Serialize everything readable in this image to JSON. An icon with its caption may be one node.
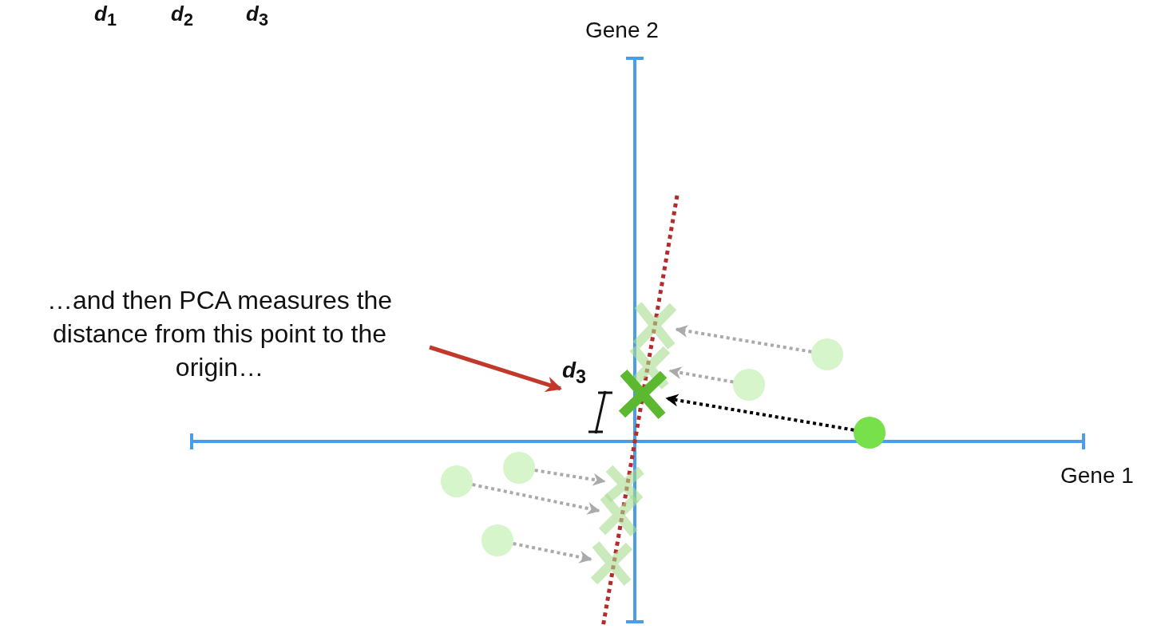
{
  "diagram": {
    "nodes": [
      {
        "text": [
          "…and then PCA measures the distance from this point to the origin…"
        ]
      },
      {
        "text": [
          "*d*$_{3}$"
        ]
      },
      {
        "text": [],
        "shape": "circle"
      },
      {
        "text": [],
        "shape": "circle"
      },
      {
        "text": [],
        "shape": "circle"
      },
      {
        "text": [],
        "shape": "circle"
      },
      {
        "text": [],
        "shape": "circle"
      },
      {
        "text": [],
        "shape": "circle"
      },
      {
        "text": [],
        "shape": "cross"
      },
      {
        "text": [],
        "shape": "cross"
      },
      {
        "text": [],
        "shape": "cross"
      },
      {
        "text": [],
        "shape": "cross"
      },
      {
        "text": [],
        "shape": "cross"
      },
      {
        "text": [],
        "shape": "cross"
      }
    ],
    "edges": [
      {
        "from": 0,
        "to": 1,
        "arrow": "to",
        "color": "#c0392b"
      },
      {
        "from": 4,
        "to": 10,
        "arrow": "to",
        "style": "dashed",
        "color": "#000000"
      },
      {
        "from": 2,
        "to": 8,
        "arrow": "to",
        "style": "dashed"
      },
      {
        "from": 3,
        "to": 9,
        "arrow": "to",
        "style": "dashed"
      },
      {
        "from": 5,
        "to": 11,
        "arrow": "to",
        "style": "dashed"
      },
      {
        "from": 6,
        "to": 12,
        "arrow": "to",
        "style": "dashed"
      },
      {
        "from": 7,
        "to": 13,
        "arrow": "to",
        "style": "dashed"
      }
    ],
    "labels": [
      "*d*$_{1}$",
      "*d*$_{2}$",
      "*d*$_{3}$",
      "Gene 2",
      "Gene 1"
    ]
  }
}
